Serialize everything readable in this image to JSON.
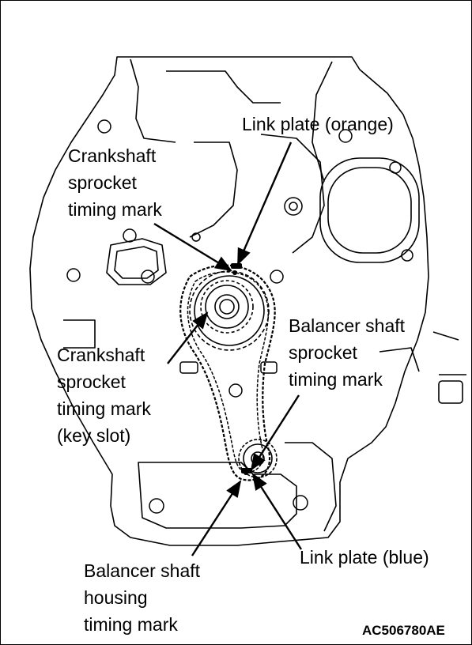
{
  "labels": {
    "link_plate_orange": "Link plate (orange)",
    "crank_sprocket_mark": "Crankshaft\nsprocket\ntiming mark",
    "crank_keyslot_mark": "Crankshaft\nsprocket\ntiming mark\n(key slot)",
    "balancer_sprocket_mark": "Balancer shaft\nsprocket\ntiming mark",
    "link_plate_blue": "Link plate (blue)",
    "balancer_housing_mark": "Balancer shaft\nhousing\ntiming mark"
  },
  "figure_code": "AC506780AE"
}
